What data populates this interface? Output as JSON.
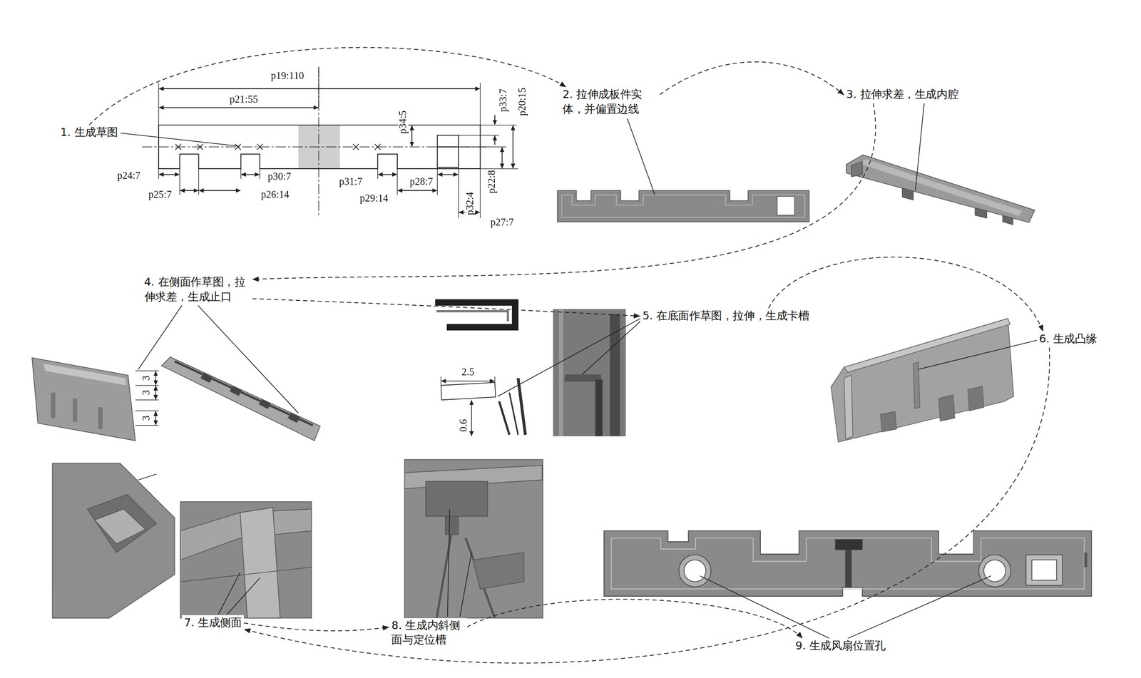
{
  "diagram": {
    "nodes": [
      {
        "text": [
          "1. 生成草图"
        ]
      },
      {
        "text": [
          "2. 拉伸成板件实 体，并偏置边线"
        ]
      },
      {
        "text": [
          "3. 拉伸求差，生成内腔"
        ]
      },
      {
        "text": [
          "4. 在侧面作草图，拉 伸求差，生成止口"
        ]
      },
      {
        "text": [
          "5. 在底面作草图，拉伸，生成卡槽"
        ]
      },
      {
        "text": [
          "6. 生成凸缘"
        ]
      },
      {
        "text": [
          "7. 生成侧面"
        ]
      },
      {
        "text": [
          "8. 生成内斜侧 面与定位槽"
        ]
      },
      {
        "text": [
          "9. 生成风扇位置孔"
        ]
      }
    ],
    "edges": [
      {
        "from": 0,
        "to": 1,
        "arrow": "to"
      },
      {
        "from": 1,
        "to": 2,
        "arrow": "to"
      },
      {
        "from": 2,
        "to": 3,
        "arrow": "to"
      },
      {
        "from": 3,
        "to": 4,
        "arrow": "to"
      },
      {
        "from": 4,
        "to": 5,
        "arrow": "to"
      },
      {
        "from": 5,
        "to": 6,
        "arrow": "to"
      },
      {
        "from": 6,
        "to": 7,
        "arrow": "to"
      },
      {
        "from": 7,
        "to": 8,
        "arrow": "to"
      }
    ],
    "labels": [
      "p19:110",
      "p21:55",
      "p33:7",
      "p20:15",
      "p34:5",
      "p24:7",
      "p30:7",
      "p25:7",
      "p26:14",
      "p31:7",
      "p28:7",
      "p29:14",
      "p32:4",
      "p22:8",
      "p27:7",
      "3",
      "3",
      "3",
      "2.5",
      "0.6"
    ]
  }
}
